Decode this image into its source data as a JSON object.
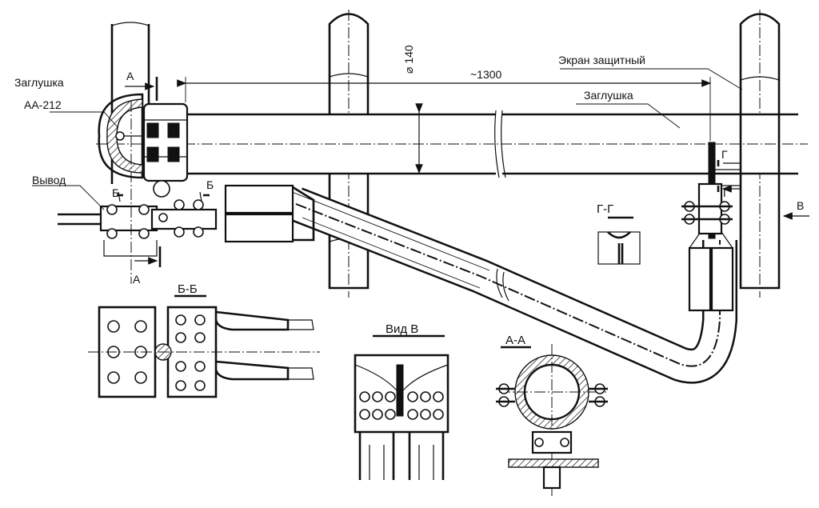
{
  "labels": {
    "plug_aa212_line1": "Заглушка",
    "plug_aa212_line2": "АА-212",
    "lead": "Вывод",
    "diameter": "⌀ 140",
    "length": "~1300",
    "shield": "Экран защитный",
    "plug": "Заглушка",
    "section_a_top": "А",
    "section_a_bottom": "А",
    "section_b_left": "Б",
    "section_b_right": "Б",
    "section_g_top": "Г",
    "section_g_bottom": "Г",
    "view_v_marker": "В",
    "section_gg_title": "Г-Г",
    "section_bb_title": "Б-Б",
    "view_v_title": "Вид В",
    "section_aa_title": "А-А"
  }
}
